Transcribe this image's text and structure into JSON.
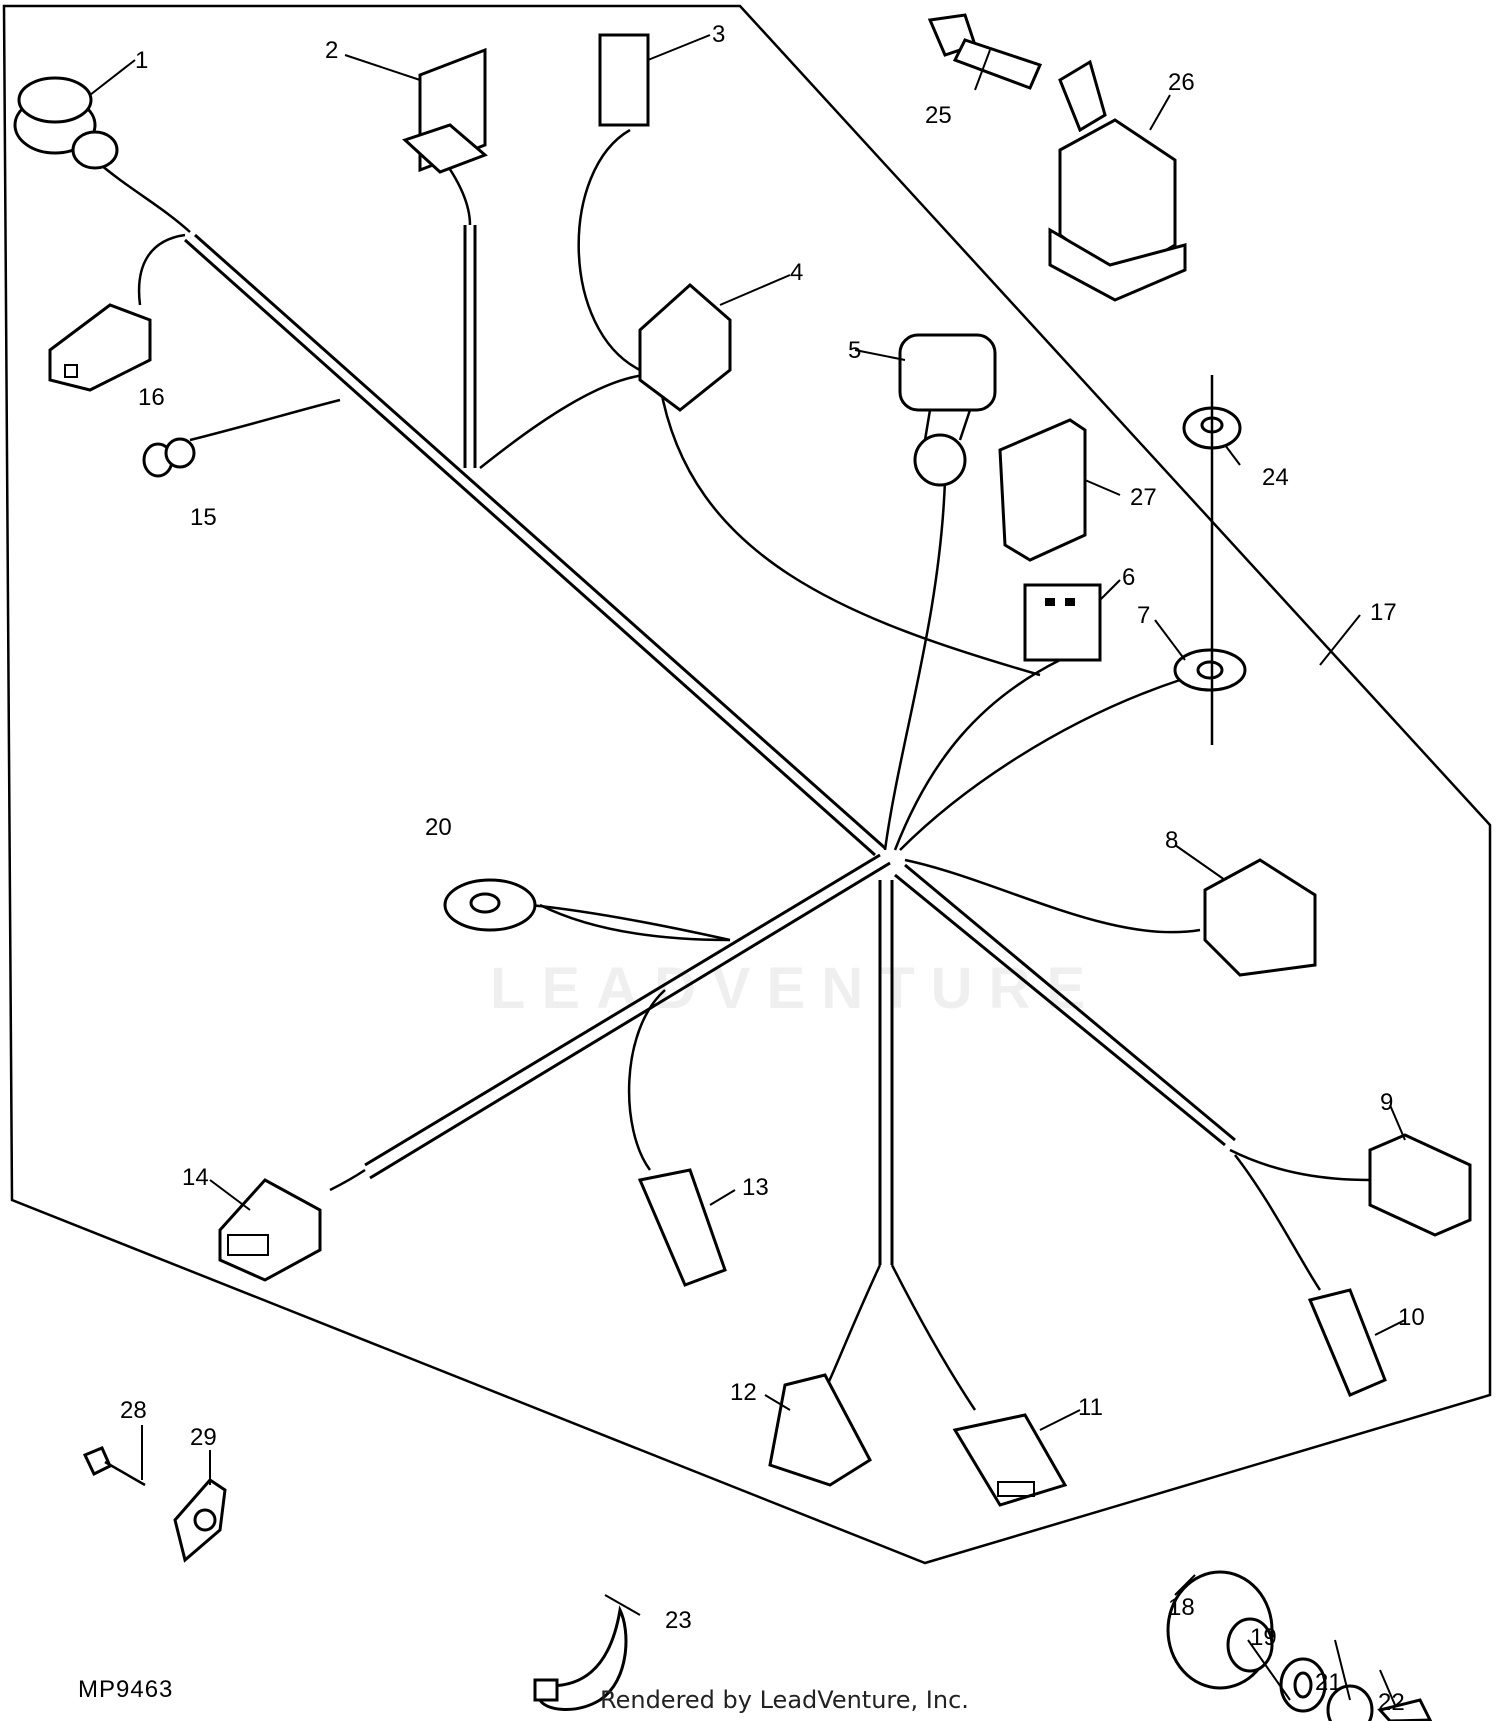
{
  "diagram": {
    "id_code": "MP9463",
    "credit": "Rendered by LeadVenture, Inc.",
    "watermark": "LEADVENTURE"
  },
  "callouts": [
    {
      "n": "1"
    },
    {
      "n": "2"
    },
    {
      "n": "3"
    },
    {
      "n": "4"
    },
    {
      "n": "5"
    },
    {
      "n": "6"
    },
    {
      "n": "7"
    },
    {
      "n": "8"
    },
    {
      "n": "9"
    },
    {
      "n": "10"
    },
    {
      "n": "11"
    },
    {
      "n": "12"
    },
    {
      "n": "13"
    },
    {
      "n": "14"
    },
    {
      "n": "15"
    },
    {
      "n": "16"
    },
    {
      "n": "17"
    },
    {
      "n": "18"
    },
    {
      "n": "19"
    },
    {
      "n": "20"
    },
    {
      "n": "21"
    },
    {
      "n": "22"
    },
    {
      "n": "23"
    },
    {
      "n": "24"
    },
    {
      "n": "25"
    },
    {
      "n": "26"
    },
    {
      "n": "27"
    },
    {
      "n": "28"
    },
    {
      "n": "29"
    }
  ]
}
